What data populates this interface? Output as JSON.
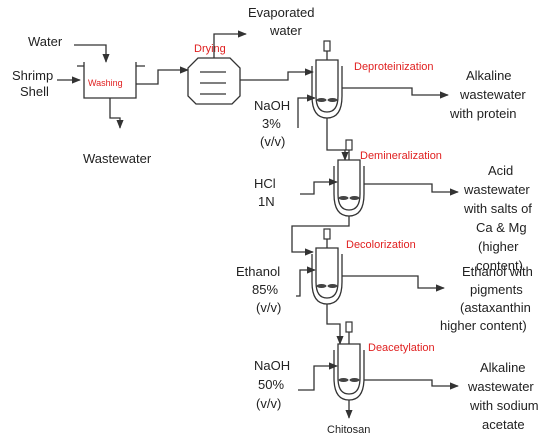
{
  "inputs": {
    "water": "Water",
    "shrimp_line1": "Shrimp",
    "shrimp_line2": "Shell"
  },
  "units": {
    "washing": "Washing",
    "drying": "Drying",
    "deproteinization": "Deproteinization",
    "demineralization": "Demineralization",
    "decolorization": "Decolorization",
    "deacetylation": "Deacetylation"
  },
  "streams": {
    "wastewater": "Wastewater",
    "evaporated_line1": "Evaporated",
    "evaporated_line2": "water",
    "naoh3": [
      "NaOH",
      "3%",
      "(v/v)"
    ],
    "hcl": [
      "HCl",
      "1N"
    ],
    "ethanol85": [
      "Ethanol",
      "85%",
      "(v/v)"
    ],
    "naoh50": [
      "NaOH",
      "50%",
      "(v/v)"
    ],
    "out_deprot": [
      "Alkaline",
      "wastewater",
      "with protein"
    ],
    "out_demin": [
      "Acid",
      "wastewater",
      "with salts of",
      "Ca & Mg",
      "(higher",
      "content)"
    ],
    "out_decolor": [
      "Ethanol with",
      "pigments",
      "(astaxanthin",
      "higher content)"
    ],
    "out_deacet": [
      "Alkaline",
      "wastewater",
      "with sodium",
      "acetate"
    ],
    "product": "Chitosan"
  },
  "colors": {
    "unit_label": "#e02020",
    "line": "#333333",
    "text": "#222222"
  }
}
